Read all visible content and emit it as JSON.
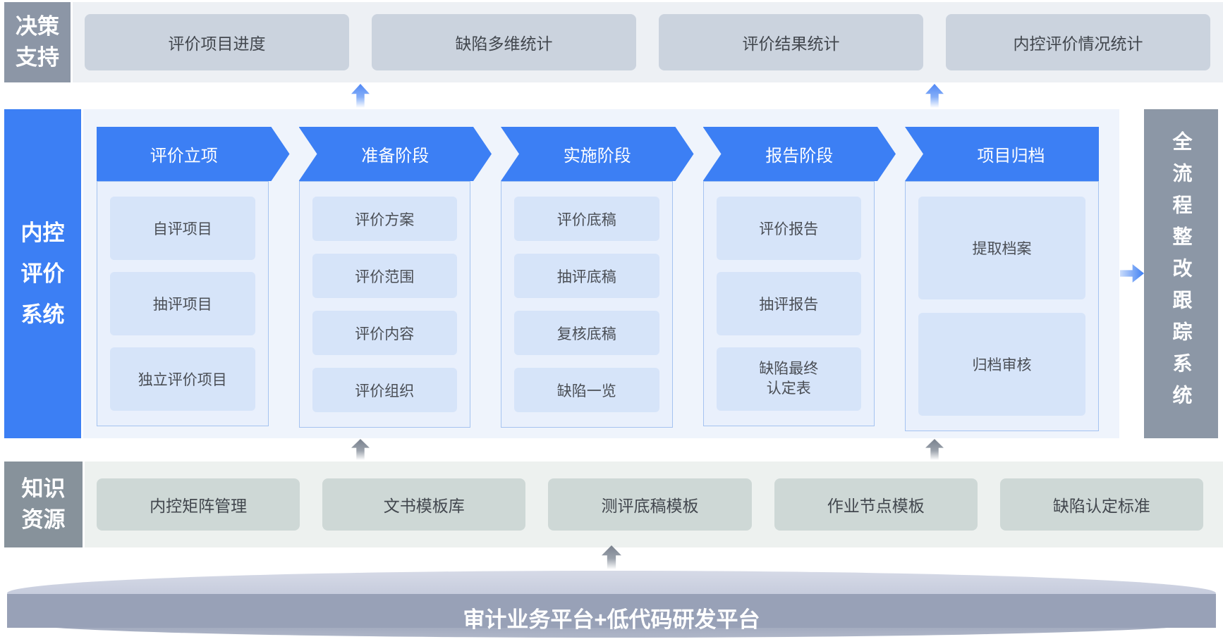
{
  "top": {
    "label_lines": [
      "决策",
      "支持"
    ],
    "boxes": [
      "评价项目进度",
      "缺陷多维统计",
      "评价结果统计",
      "内控评价情况统计"
    ]
  },
  "main": {
    "label_lines": [
      "内控",
      "评价",
      "系统"
    ],
    "columns": [
      {
        "header": "评价立项",
        "items": [
          "自评项目",
          "抽评项目",
          "独立评价项目"
        ]
      },
      {
        "header": "准备阶段",
        "items": [
          "评价方案",
          "评价范围",
          "评价内容",
          "评价组织"
        ]
      },
      {
        "header": "实施阶段",
        "items": [
          "评价底稿",
          "抽评底稿",
          "复核底稿",
          "缺陷一览"
        ]
      },
      {
        "header": "报告阶段",
        "items": [
          "评价报告",
          "抽评报告",
          "缺陷最终\n认定表"
        ]
      },
      {
        "header": "项目归档",
        "items": [
          "提取档案",
          "归档审核"
        ]
      }
    ]
  },
  "right_panel": {
    "label": "全流程整改跟踪系统"
  },
  "knowledge": {
    "label_lines": [
      "知识",
      "资源"
    ],
    "boxes": [
      "内控矩阵管理",
      "文书模板库",
      "测评底稿模板",
      "作业节点模板",
      "缺陷认定标准"
    ]
  },
  "platform": {
    "label": "审计业务平台+低代码研发平台"
  },
  "icons": {
    "up_arrow_blue": "arrow pointing up, blue fade",
    "up_arrow_gray": "arrow pointing up, gray fade",
    "right_arrow_blue": "arrow pointing right, blue gradient"
  },
  "colors": {
    "blue": "#3C7FF4",
    "gray_top": "#8C96A6",
    "gray_knowledge": "#87929B",
    "gray_right": "#8C97A6",
    "band_top_bg": "#EDF0F4",
    "top_box_bg": "#CBD3DE",
    "panel_bg": "#EFF4FC",
    "subpanel_bg": "#E9F0FC",
    "subpanel_border": "#A5C3F0",
    "item_bg": "#D6E4F9",
    "band_knowledge_bg": "#EDF1EF",
    "k_box_bg": "#CED8D6",
    "ellipse_body": "#98A1B7",
    "text_dark": "#42474E",
    "text_item": "#4A4E55"
  }
}
